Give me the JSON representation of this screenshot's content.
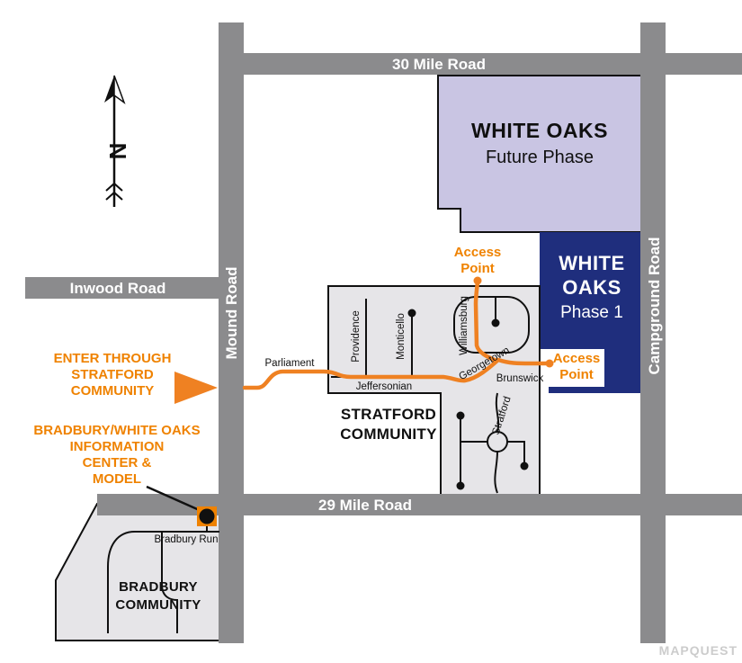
{
  "colors": {
    "road": "#8B8B8D",
    "future_phase": "#C9C5E3",
    "phase1": "#1F2E7D",
    "community": "#E6E5E8",
    "route": "#EF8122",
    "annotation": "#EF8200",
    "marker_square": "#EF8200"
  },
  "compass": {
    "north": "N"
  },
  "roads": {
    "mile30": "30 Mile Road",
    "inwood": "Inwood Road",
    "mile29": "29 Mile Road",
    "mound": "Mound Road",
    "campground": "Campground Road"
  },
  "areas": {
    "white_oaks_future": {
      "line1": "WHITE OAKS",
      "line2": "Future Phase"
    },
    "white_oaks_phase1": {
      "line1": "WHITE",
      "line2": "OAKS",
      "line3": "Phase 1"
    },
    "stratford": {
      "line1": "STRATFORD",
      "line2": "COMMUNITY"
    },
    "bradbury": {
      "line1": "BRADBURY",
      "line2": "COMMUNITY"
    }
  },
  "streets": {
    "parliament": "Parliament",
    "providence": "Providence",
    "monticello": "Monticello",
    "williamsburg": "Williamsburg",
    "jeffersonian": "Jeffersonian",
    "georgetown": "Georgetown",
    "brunswick": "Brunswick",
    "stratford": "Stratford",
    "bradbury_run": "Bradbury Run"
  },
  "annotations": {
    "access_point_north": {
      "line1": "Access",
      "line2": "Point"
    },
    "access_point_east": {
      "line1": "Access",
      "line2": "Point"
    },
    "enter_note": {
      "line1": "ENTER THROUGH",
      "line2": "STRATFORD",
      "line3": "COMMUNITY"
    },
    "info_note": {
      "line1": "BRADBURY/WHITE OAKS",
      "line2": "INFORMATION",
      "line3": "CENTER &",
      "line4": "MODEL"
    }
  },
  "watermark": "MAPQUEST"
}
